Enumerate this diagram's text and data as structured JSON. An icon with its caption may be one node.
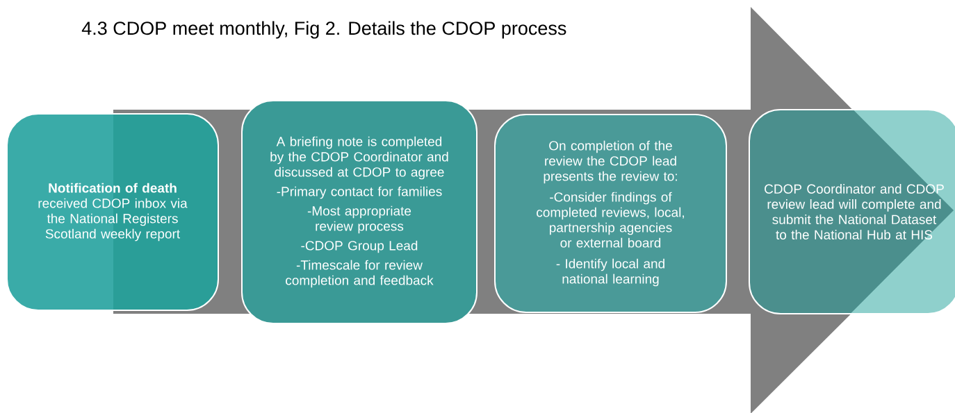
{
  "diagram": {
    "title": "4.3 CDOP meet monthly, Fig 2. Details the CDOP process",
    "nodes": [
      {
        "text": [
          "**Notification of death** received CDOP inbox via the National Registers Scotland weekly report"
        ]
      },
      {
        "text": [
          "A briefing note is completed by the CDOP Coordinator and discussed at CDOP to agree",
          "-Primary contact for families",
          "-Most appropriate review process",
          "-CDOP Group Lead",
          "-Timescale for review completion and feedback"
        ]
      },
      {
        "text": [
          "On completion of the review the CDOP lead presents the review  to:",
          "-Consider findings of completed reviews, local, partnership agencies or external board",
          "- Identify local and national learning"
        ]
      },
      {
        "text": [
          "CDOP Coordinator and CDOP review lead will complete and submit the National Dataset to the National Hub at HIS"
        ]
      }
    ],
    "edges": [
      {
        "from": 0,
        "to": 3,
        "arrow": "to",
        "style": "thick"
      }
    ]
  }
}
